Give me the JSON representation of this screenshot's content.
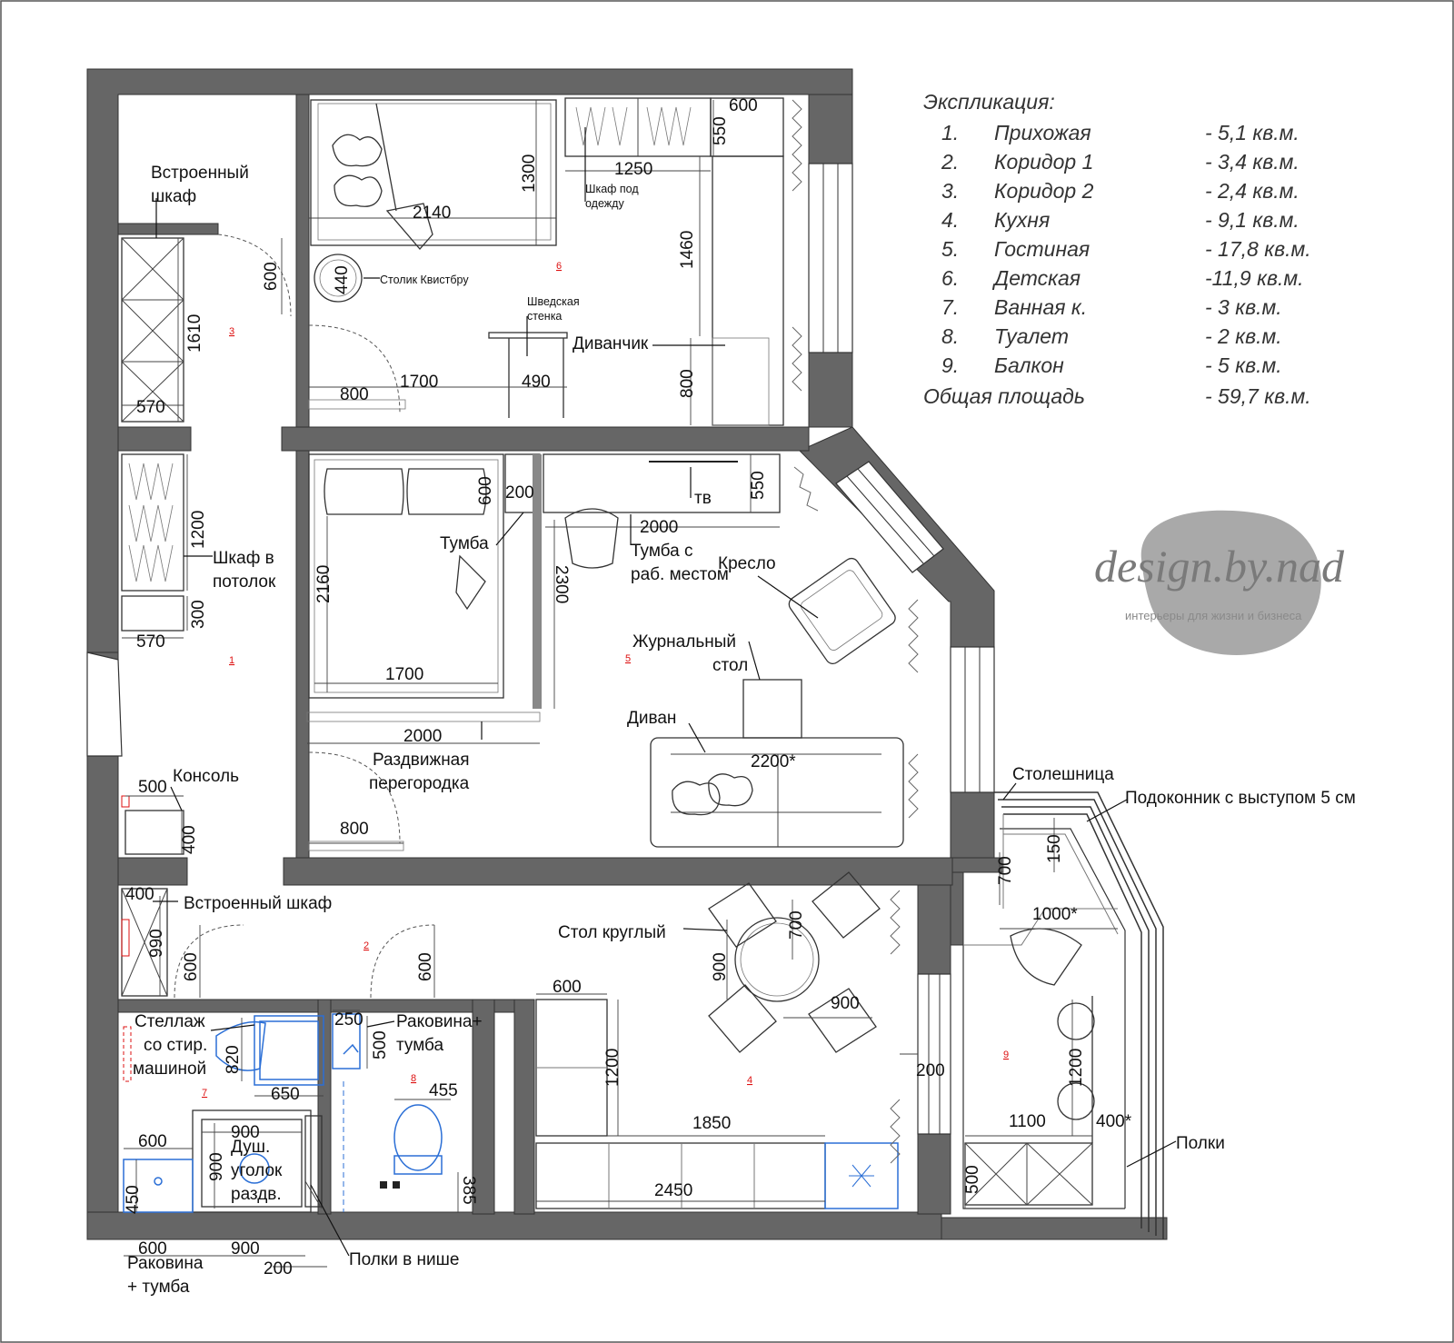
{
  "explication": {
    "title": "Экспликация:",
    "rooms": [
      {
        "num": "1.",
        "name": "Прихожая",
        "area": "- 5,1 кв.м."
      },
      {
        "num": "2.",
        "name": "Коридор 1",
        "area": "- 3,4 кв.м."
      },
      {
        "num": "3.",
        "name": "Коридор 2",
        "area": "- 2,4 кв.м."
      },
      {
        "num": "4.",
        "name": "Кухня",
        "area": "- 9,1 кв.м."
      },
      {
        "num": "5.",
        "name": "Гостиная",
        "area": "- 17,8 кв.м."
      },
      {
        "num": "6.",
        "name": "Детская",
        "area": "-11,9 кв.м."
      },
      {
        "num": "7.",
        "name": "Ванная к.",
        "area": "- 3 кв.м."
      },
      {
        "num": "8.",
        "name": "Туалет",
        "area": "- 2 кв.м."
      },
      {
        "num": "9.",
        "name": "Балкон",
        "area": "- 5 кв.м."
      }
    ],
    "total_label": "Общая площадь",
    "total_area": "- 59,7 кв.м."
  },
  "brand": {
    "name": "design.by.nad",
    "tagline": "интерьеры для жизни и бизнеса"
  },
  "room_numbers": [
    "1",
    "2",
    "3",
    "4",
    "5",
    "6",
    "7",
    "8",
    "9"
  ],
  "labels": {
    "builtin_wardrobe_top_1": "Встроенный",
    "builtin_wardrobe_top_2": "шкаф",
    "table_kvistbru": "Столик Квистбру",
    "clothes_wardrobe_1": "Шкаф под",
    "clothes_wardrobe_2": "одежду",
    "swedish_wall_1": "Шведская",
    "swedish_wall_2": "стенка",
    "small_sofa": "Диванчик",
    "tv": "тв",
    "nightstand": "Тумба",
    "ceiling_wardrobe_1": "Шкаф в",
    "ceiling_wardrobe_2": "потолок",
    "desk_cabinet_1": "Тумба с",
    "desk_cabinet_2": "раб. местом",
    "armchair": "Кресло",
    "coffee_table_1": "Журнальный",
    "coffee_table_2": "стол",
    "sofa": "Диван",
    "sliding_partition_1": "Раздвижная",
    "sliding_partition_2": "перегородка",
    "console": "Консоль",
    "countertop": "Столешница",
    "windowsill": "Подоконник с выступом 5 см",
    "builtin_wardrobe_hall": "Встроенный шкаф",
    "round_table": "Стол круглый",
    "rack_1": "Стеллаж",
    "rack_2": "со стир.",
    "rack_3": "машиной",
    "sink_cabinet_wc_1": "Раковина+",
    "sink_cabinet_wc_2": "тумба",
    "shower_1": "Душ.",
    "shower_2": "уголок",
    "shower_3": "раздв.",
    "shelves": "Полки",
    "sink_cabinet_bath_1": "Раковина",
    "sink_cabinet_bath_2": "+ тумба",
    "niche_shelves": "Полки в нише"
  },
  "dims": {
    "d600_top": "600",
    "d550_top": "550",
    "d1300": "1300",
    "d1250": "1250",
    "d2140": "2140",
    "d1460": "1460",
    "d440": "440",
    "d600_c2": "600",
    "d1610": "1610",
    "d570_a": "570",
    "d800_a": "800",
    "d1700_a": "1700",
    "d490": "490",
    "d800_b": "800",
    "d600_bed": "600",
    "d200_a": "200",
    "d550_tv": "550",
    "d1200_a": "1200",
    "d2000_a": "2000",
    "d2160": "2160",
    "d2300": "2300",
    "d300": "300",
    "d570_b": "570",
    "d1700_b": "1700",
    "d2000_b": "2000",
    "d2200": "2200*",
    "d500_a": "500",
    "d400_a": "400",
    "d800_c": "800",
    "d150": "150",
    "d700_a": "700",
    "d1000": "1000*",
    "d400_b": "400",
    "d990": "990",
    "d600_h1": "600",
    "d600_h2": "600",
    "d700_b": "700",
    "d900_a": "900",
    "d900_b": "900",
    "d600_k": "600",
    "d1200_k": "1200",
    "d200_b": "200",
    "d1200_bal": "1200",
    "d1100": "1100",
    "d400_star": "400*",
    "d500_bal": "500",
    "d250": "250",
    "d500_wc": "500",
    "d455": "455",
    "d820": "820",
    "d650": "650",
    "d900_c": "900",
    "d900_d": "900",
    "d600_s": "600",
    "d1850": "1850",
    "d2450": "2450",
    "d385": "385",
    "d450": "450",
    "d600_b1": "600",
    "d900_b1": "900",
    "d200_c": "200"
  }
}
